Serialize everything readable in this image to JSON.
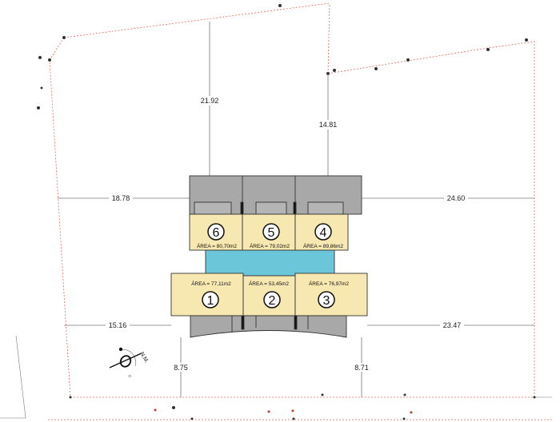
{
  "plan": {
    "north_label": "N.M.",
    "dimensions": {
      "top_left_vertical": "21.92",
      "top_right_vertical": "14.81",
      "left_upper": "18.78",
      "right_upper": "24.60",
      "left_lower": "15.16",
      "right_lower": "23.47",
      "bottom_left_vertical": "8.75",
      "bottom_right_vertical": "8.71"
    },
    "units": [
      {
        "number": "6",
        "area": "ÁREA = 80,70m2"
      },
      {
        "number": "5",
        "area": "ÁREA = 79,02m2"
      },
      {
        "number": "4",
        "area": "ÁREA = 89,86m2"
      },
      {
        "number": "1",
        "area": "ÁREA = 77,11m2"
      },
      {
        "number": "2",
        "area": "ÁREA = 53,45m2"
      },
      {
        "number": "3",
        "area": "ÁREA = 76,97m2"
      }
    ],
    "colors": {
      "unit": "#f7e7b0",
      "common": "#6cc6d9",
      "roof": "#a8a8a8",
      "boundary": "#d9534f"
    }
  }
}
